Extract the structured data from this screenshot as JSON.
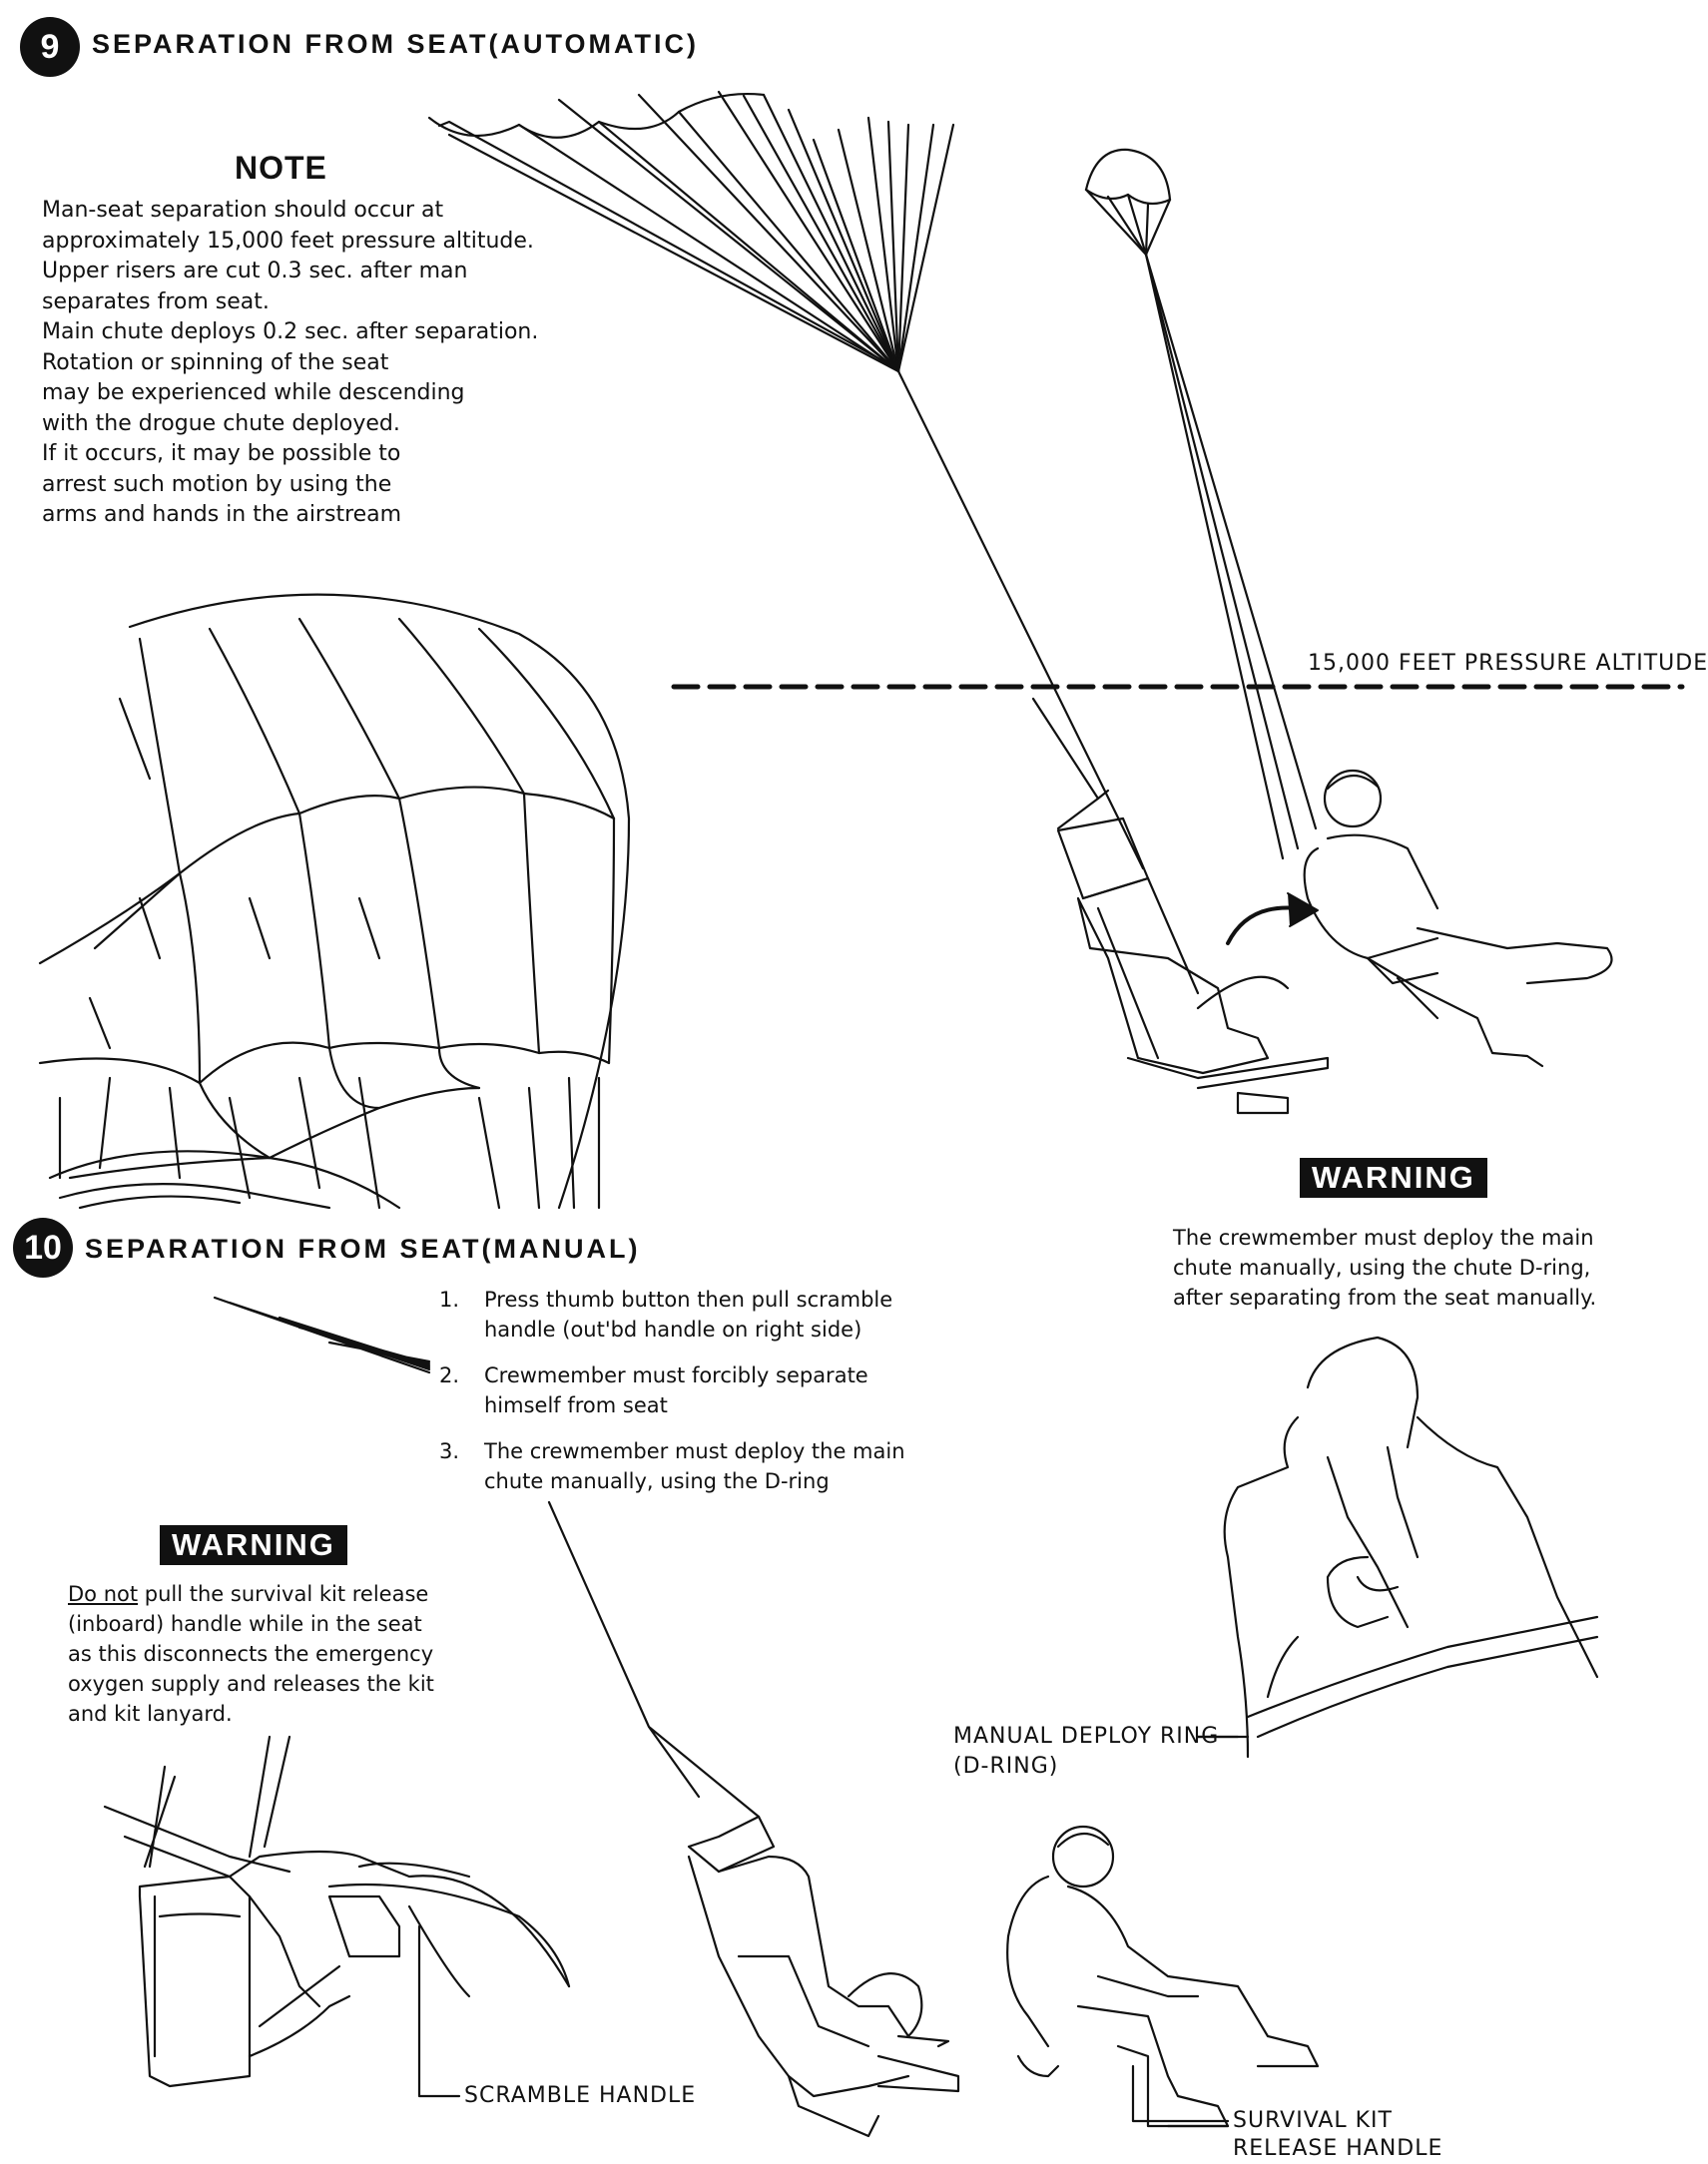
{
  "section9": {
    "number": "9",
    "title": "SEPARATION FROM SEAT(AUTOMATIC)",
    "note_title": "NOTE",
    "note_lines": [
      "Man-seat separation should occur at",
      "approximately 15,000 feet pressure altitude.",
      "Upper risers are cut 0.3 sec. after man",
      "separates from seat.",
      "Main chute deploys 0.2 sec. after separation.",
      "Rotation or spinning of the seat",
      "may be experienced while descending",
      "with the drogue chute deployed.",
      "If it occurs, it may be possible to",
      "arrest such motion by using the",
      "arms and hands in the airstream"
    ],
    "altitude_label": "15,000 FEET PRESSURE ALTITUDE",
    "warning_title": "WARNING",
    "warning_lines": [
      "The crewmember must deploy the main",
      "chute manually, using the chute D-ring,",
      "after separating from the seat manually."
    ]
  },
  "section10": {
    "number": "10",
    "title": "SEPARATION FROM SEAT(MANUAL)",
    "steps": [
      {
        "num": "1.",
        "lines": [
          "Press thumb button then pull scramble",
          "handle (out'bd handle on right side)"
        ]
      },
      {
        "num": "2.",
        "lines": [
          "Crewmember must forcibly separate",
          "himself from seat"
        ]
      },
      {
        "num": "3.",
        "lines": [
          "The crewmember must deploy the main",
          "chute manually, using the D-ring"
        ]
      }
    ],
    "warning_title": "WARNING",
    "warning_underlined": "Do not",
    "warning_first_rest": " pull the survival kit release",
    "warning_lines": [
      "(inboard) handle while in the seat",
      "as this disconnects the emergency",
      "oxygen supply and releases the kit",
      "and kit lanyard."
    ],
    "label_scramble": "SCRAMBLE HANDLE",
    "label_dring_1": "MANUAL DEPLOY RING",
    "label_dring_2": "(D-RING)",
    "label_survival_1": "SURVIVAL KIT",
    "label_survival_2": "RELEASE HANDLE"
  }
}
